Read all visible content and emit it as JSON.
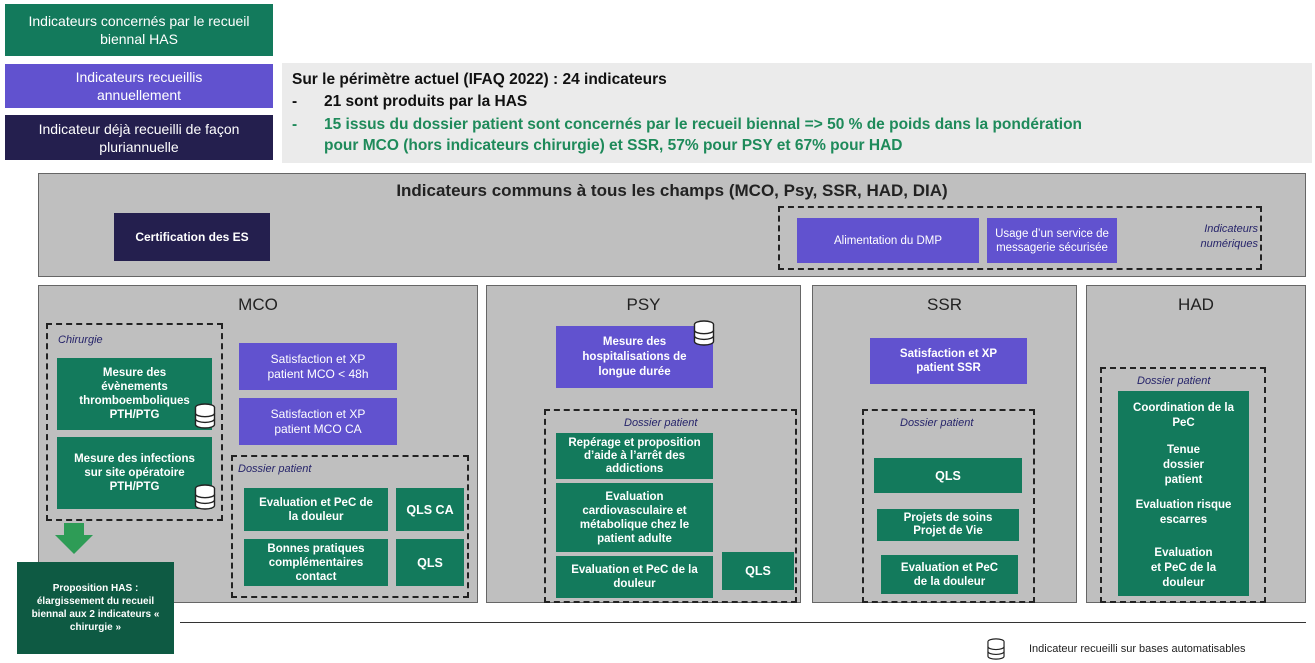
{
  "legend": {
    "biennal": "Indicateurs  concernés par le recueil biennal HAS",
    "annual": "Indicateurs recueillis annuellement",
    "multi": "Indicateur déjà recueilli de façon pluriannuelle"
  },
  "info": {
    "heading": "Sur le périmètre actuel (IFAQ 2022) : 24 indicateurs",
    "bullet1": "21 sont produits par la HAS",
    "bullet2_line1": "15 issus du dossier patient sont concernés par le recueil biennal => 50 % de poids dans la pondération",
    "bullet2_line2": "pour MCO (hors indicateurs chirurgie) et SSR, 57% pour PSY et 67% pour HAD",
    "dash": "-"
  },
  "common": {
    "title": "Indicateurs communs à tous les champs (MCO, Psy, SSR, HAD, DIA)",
    "certification": "Certification des ES",
    "dmp": "Alimentation du DMP",
    "messaging": "Usage d’un service de messagerie sécurisée",
    "numeric_label": "Indicateurs numériques"
  },
  "mco": {
    "title": "MCO",
    "chirurgie_label": "Chirurgie",
    "mesure_thrombo": "Mesure des évènements thromboemboliques PTH/PTG",
    "mesure_infections": "Mesure des infections sur site opératoire PTH/PTG",
    "satisfaction_48h": "Satisfaction et XP patient MCO < 48h",
    "satisfaction_ca": "Satisfaction et XP patient MCO CA",
    "dossier_label": "Dossier patient",
    "douleur": "Evaluation et  PeC de la douleur",
    "qls_ca": "QLS CA",
    "bonnes_pratiques": "Bonnes pratiques complémentaires contact",
    "qls": "QLS"
  },
  "proposition": "Proposition HAS : élargissement du recueil biennal aux 2 indicateurs « chirurgie »",
  "psy": {
    "title": "PSY",
    "mesure_hospi": "Mesure des hospitalisations de longue durée",
    "dossier_label": "Dossier patient",
    "reperage": "Repérage et proposition d’aide à l’arrêt des addictions",
    "evaluation_cardio": "Evaluation cardiovasculaire et métabolique chez le patient adulte",
    "douleur": "Evaluation et  PeC de la douleur",
    "qls": "QLS"
  },
  "ssr": {
    "title": "SSR",
    "satisfaction": "Satisfaction et XP patient SSR",
    "dossier_label": "Dossier patient",
    "qls": "QLS",
    "projets": "Projets de soins Projet de Vie",
    "douleur": "Evaluation et PeC de la douleur"
  },
  "had": {
    "title": "HAD",
    "dossier_label": "Dossier patient",
    "coordination": "Coordination de la PeC",
    "tenue": "Tenue dossier patient",
    "escarres": "Evaluation risque escarres",
    "douleur": "Evaluation et PeC de la douleur"
  },
  "footer_legend": "Indicateur recueilli sur bases automatisables",
  "colors": {
    "green": "#137a5c",
    "purple": "#6152cf",
    "navy": "#241f4e",
    "info_green": "#1e8a5a",
    "panel_gray": "#bfbfbf"
  },
  "icons": {
    "database": "database-icon",
    "arrow": "down-arrow-icon"
  }
}
